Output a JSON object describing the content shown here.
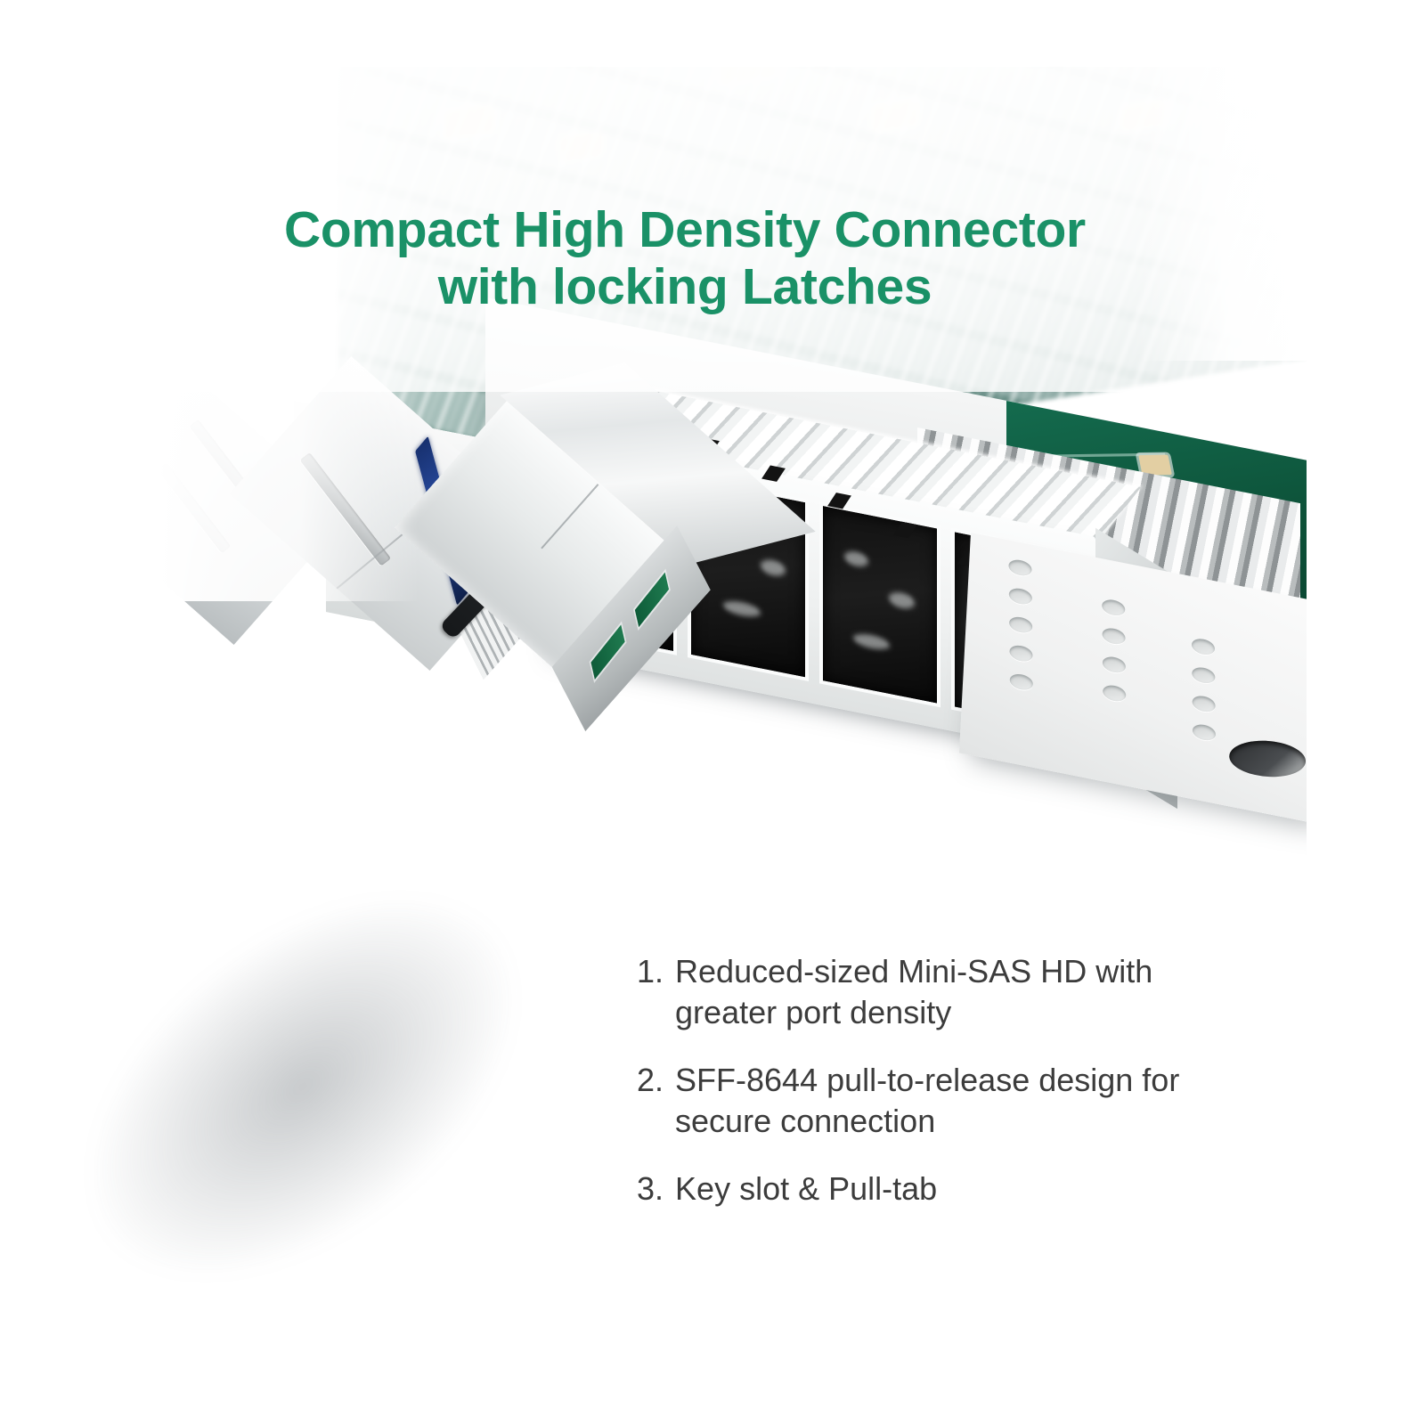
{
  "title": {
    "line1": "Compact High Density Connector",
    "line2": "with locking Latches",
    "color": "#1a9167"
  },
  "features": [
    {
      "num": "1.",
      "text": "Reduced-sized Mini-SAS HD with greater port density"
    },
    {
      "num": "2.",
      "text": "SFF-8644 pull-to-release design for secure connection"
    },
    {
      "num": "3.",
      "text": "Key slot & Pull-tab"
    }
  ],
  "photo": {
    "subject": "SFF-8644 Mini-SAS HD cable plug and 4-port host bus adapter card",
    "colors": {
      "pull_tab_blue": "#3f5fd4",
      "cable_black": "#1f2224",
      "connector_silver": "#e4e7e8",
      "pcb_green": "#0d5239",
      "card_gray": "#eceeee",
      "text_gray": "#3c3c3c",
      "background": "#ffffff"
    },
    "port_count": 4
  }
}
